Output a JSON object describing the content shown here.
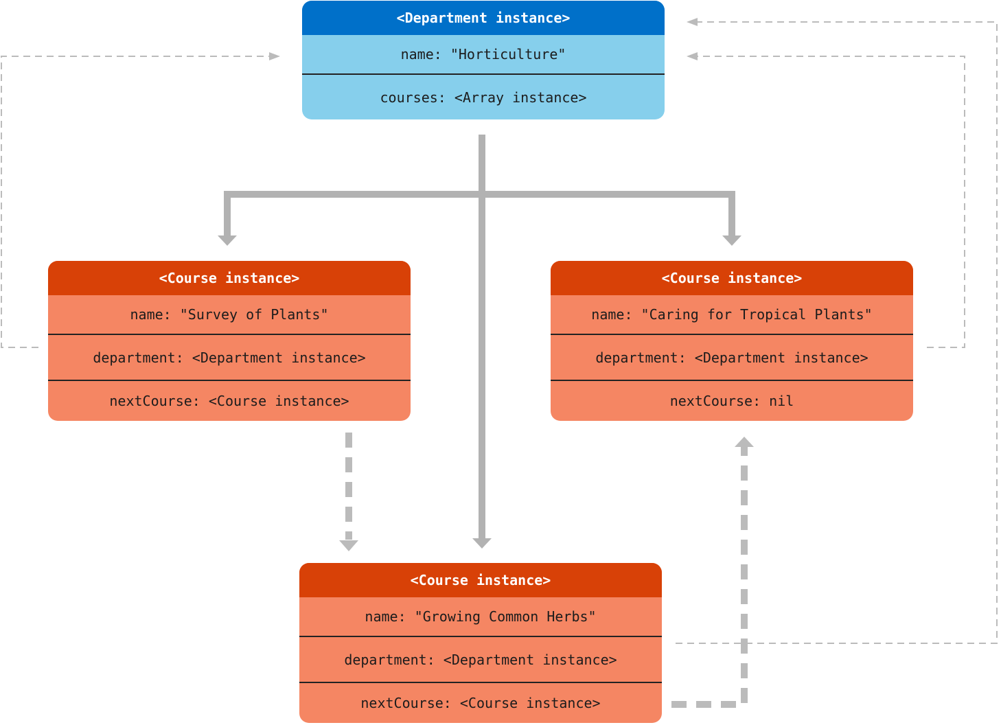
{
  "colors": {
    "department_header": "#0070C9",
    "department_body": "#86CFEC",
    "course_header": "#D84107",
    "course_body": "#F58663",
    "connector": "#B2B2B2",
    "reference_line": "#BBBBBB"
  },
  "department": {
    "title": "<Department instance>",
    "name_row": "name: \"Horticulture\"",
    "courses_row": "courses: <Array instance>"
  },
  "course_survey": {
    "title": "<Course instance>",
    "name_row": "name: \"Survey of Plants\"",
    "department_row": "department: <Department instance>",
    "next_row": "nextCourse: <Course instance>"
  },
  "course_tropical": {
    "title": "<Course instance>",
    "name_row": "name: \"Caring for Tropical Plants\"",
    "department_row": "department: <Department instance>",
    "next_row": "nextCourse: nil"
  },
  "course_herbs": {
    "title": "<Course instance>",
    "name_row": "name: \"Growing Common Herbs\"",
    "department_row": "department: <Department instance>",
    "next_row": "nextCourse: <Course instance>"
  }
}
